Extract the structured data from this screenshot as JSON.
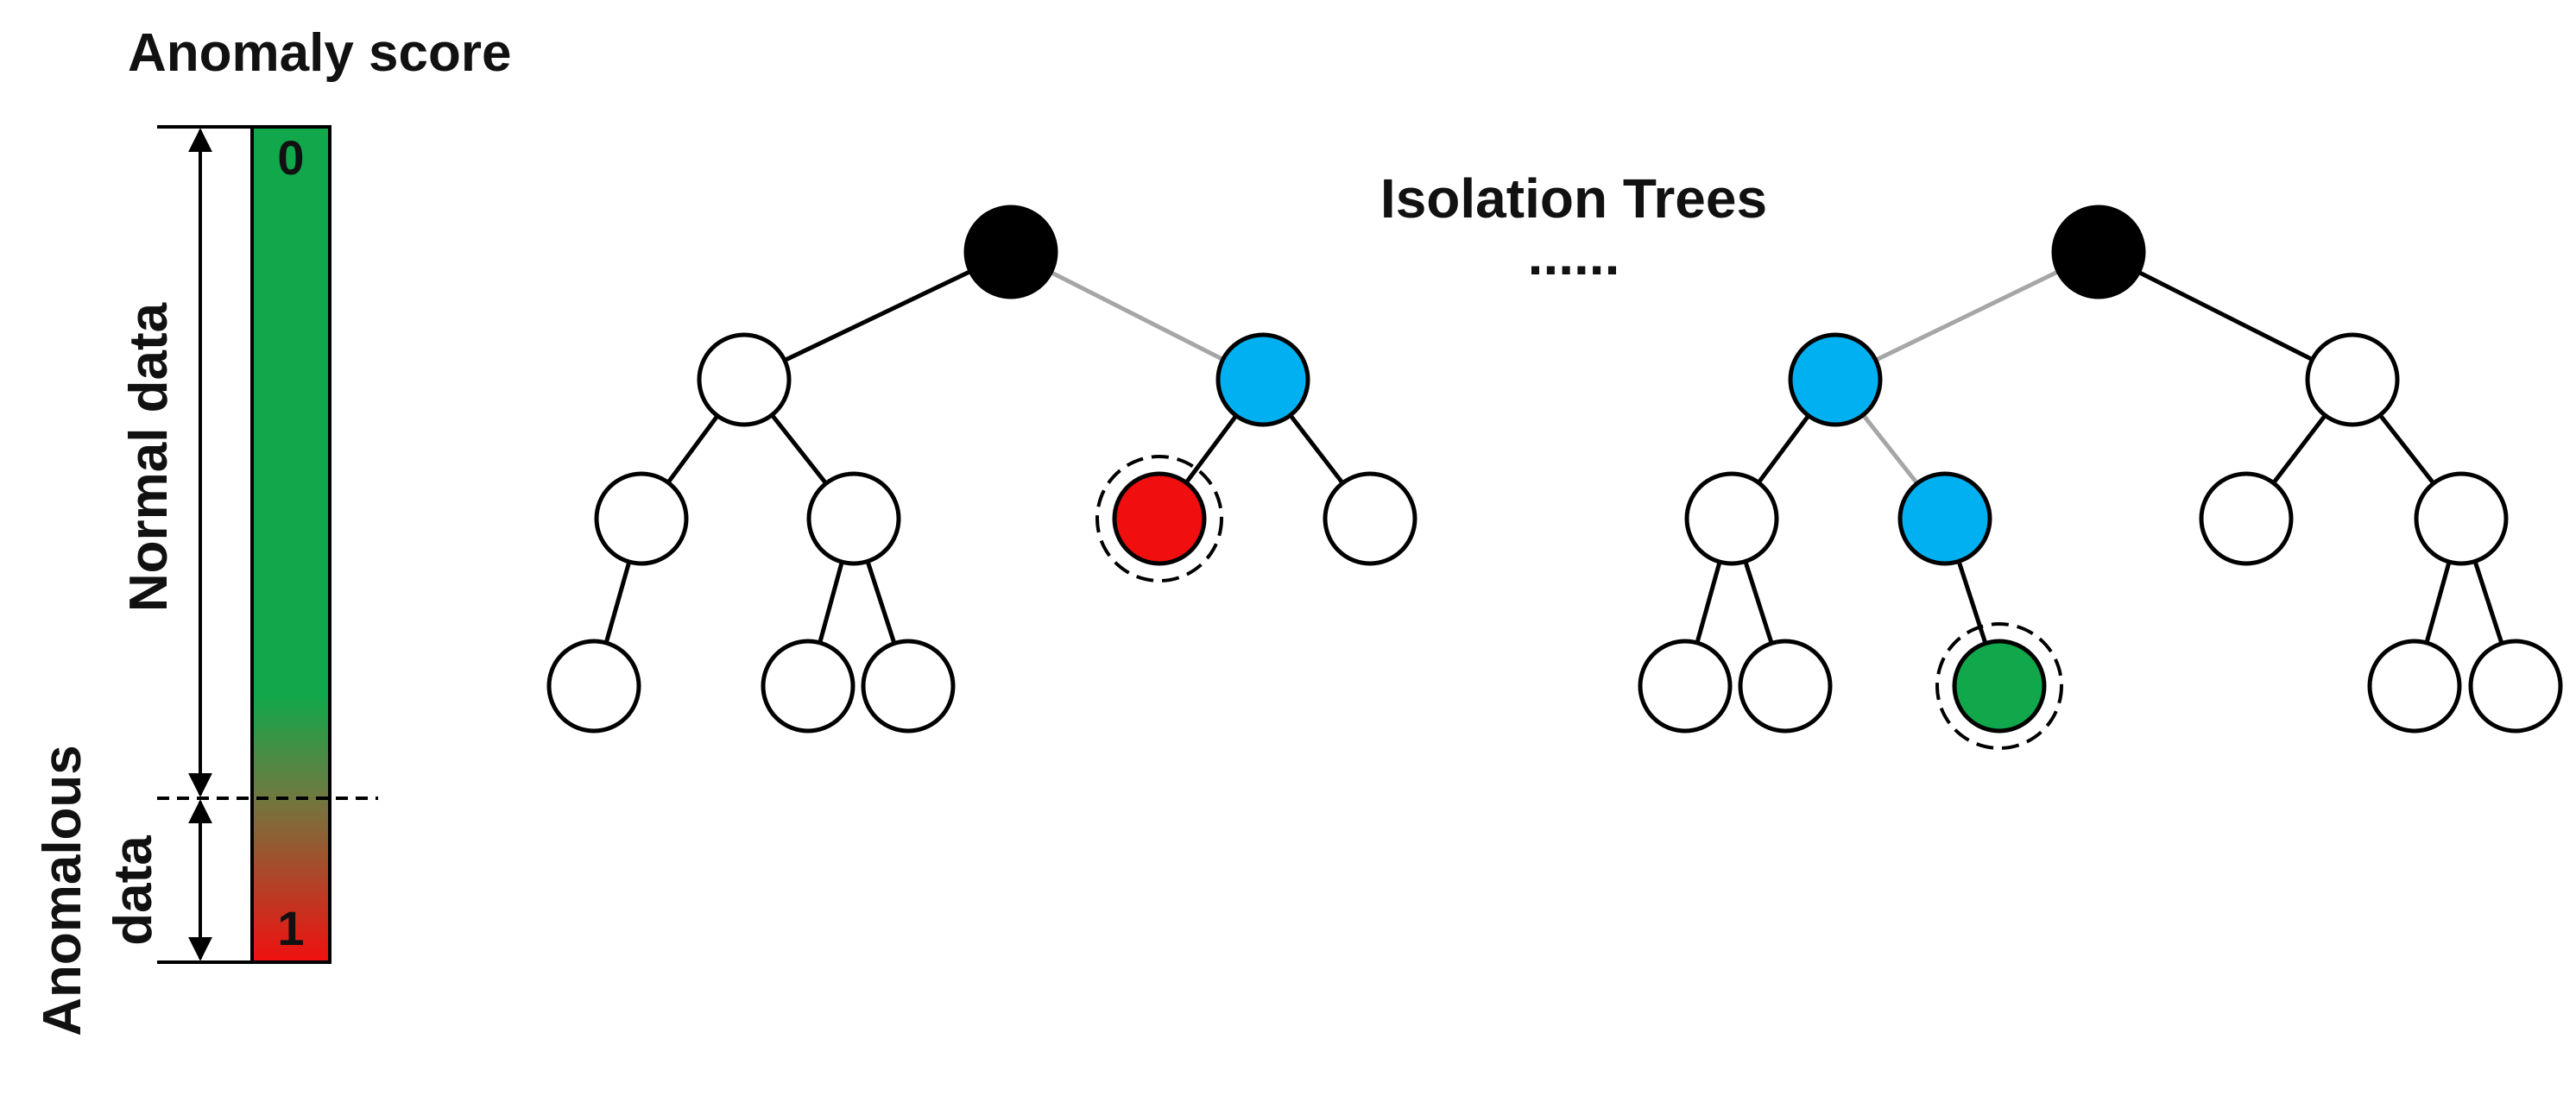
{
  "title": "Anomaly score",
  "scale": {
    "top_value": "0",
    "bottom_value": "1"
  },
  "labels": {
    "normal": "Normal data",
    "anomalous_line1": "Anomalous",
    "anomalous_line2": "data",
    "trees": "Isolation Trees",
    "ellipsis": "......"
  },
  "colors": {
    "normal_green": "#10a84a",
    "anomaly_red": "#f00e0e",
    "path_blue": "#00b0f0",
    "root_black": "#000000",
    "highlight_edge": "#a6a6a6"
  }
}
